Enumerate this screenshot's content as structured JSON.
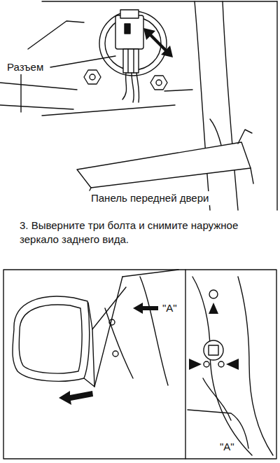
{
  "diagram": {
    "labels": [
      "Разъем",
      "Панель передней двери",
      "3. Выверните три болта и снимите наружное зеркало заднего вида.",
      "\"A\"",
      "\"A\""
    ]
  }
}
